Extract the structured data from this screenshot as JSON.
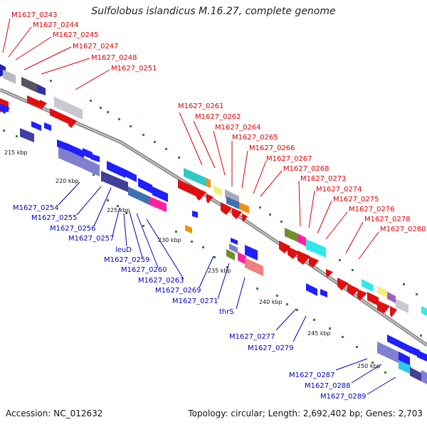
{
  "title": "Sulfolobus islandicus M.16.27, complete genome",
  "footer": {
    "accession": "Accession: NC_012632",
    "summary": "Topology: circular; Length: 2,692,402 bp; Genes: 2,703"
  },
  "colors": {
    "top_label": "#dd0000",
    "bottom_label": "#0000bb",
    "backbone": "#8a8a8a",
    "tick": "#2a8a2a"
  },
  "ruler": [
    "215 kbp",
    "220 kbp",
    "225 kbp",
    "230 kbp",
    "235 kbp",
    "240 kbp",
    "245 kbp",
    "250 kbp"
  ],
  "top_labels": [
    "M1627_0243",
    "M1627_0244",
    "M1627_0245",
    "M1627_0247",
    "M1627_0248",
    "M1627_0251",
    "M1627_0261",
    "M1627_0262",
    "M1627_0264",
    "M1627_0265",
    "M1627_0266",
    "M1627_0267",
    "M1627_0268",
    "M1627_0273",
    "M1627_0274",
    "M1627_0275",
    "M1627_0276",
    "M1627_0278",
    "M1627_0280"
  ],
  "bottom_labels": [
    "M1627_0254",
    "M1627_0255",
    "M1627_0256",
    "M1627_0257",
    "leuD",
    "M1627_0259",
    "M1627_0260",
    "M1627_0263",
    "M1627_0269",
    "M1627_0271",
    "thrS",
    "M1627_0277",
    "M1627_0279",
    "M1627_0287",
    "M1627_0288",
    "M1627_0289"
  ]
}
